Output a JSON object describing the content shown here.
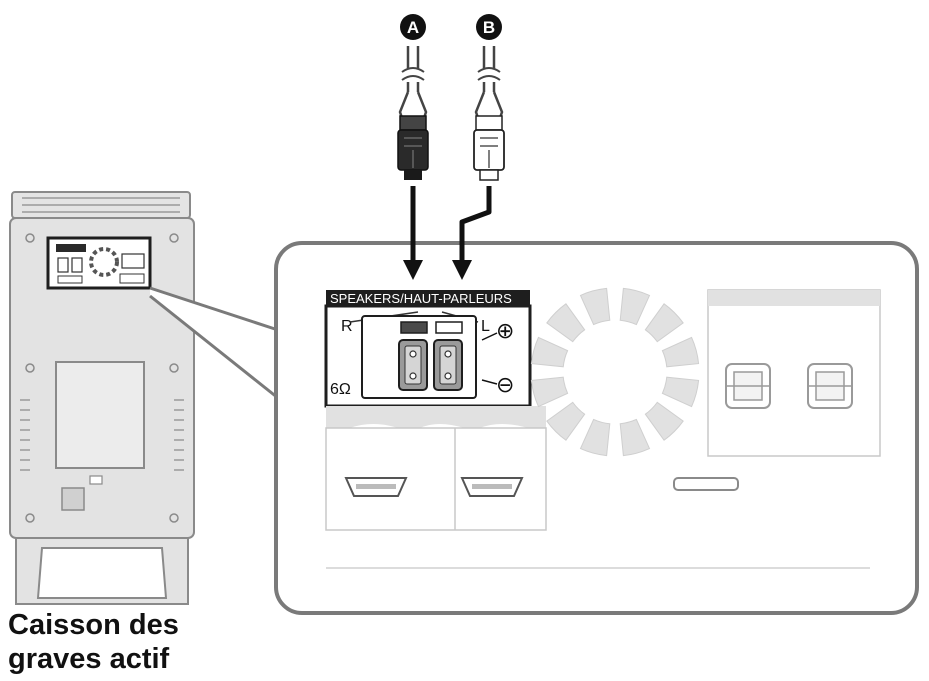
{
  "plugs": [
    {
      "letter": "A",
      "body_color": "#2a2a2a"
    },
    {
      "letter": "B",
      "body_color": "#ffffff"
    }
  ],
  "panel": {
    "speakers_label": "SPEAKERS/HAUT-PARLEURS",
    "right_channel": "R",
    "left_channel": "L",
    "impedance": "6Ω",
    "plus_symbol": "⊕",
    "minus_symbol": "⊖"
  },
  "caption": {
    "line1": "Caisson des",
    "line2": "graves actif"
  },
  "colors": {
    "outline": "#7a7a7a",
    "panel_fill": "#ffffff",
    "gray_fill": "#e1e1e1",
    "light_gray": "#ececec",
    "label_bar": "#1e1e1e",
    "red_terminal": "#c44a4a"
  }
}
